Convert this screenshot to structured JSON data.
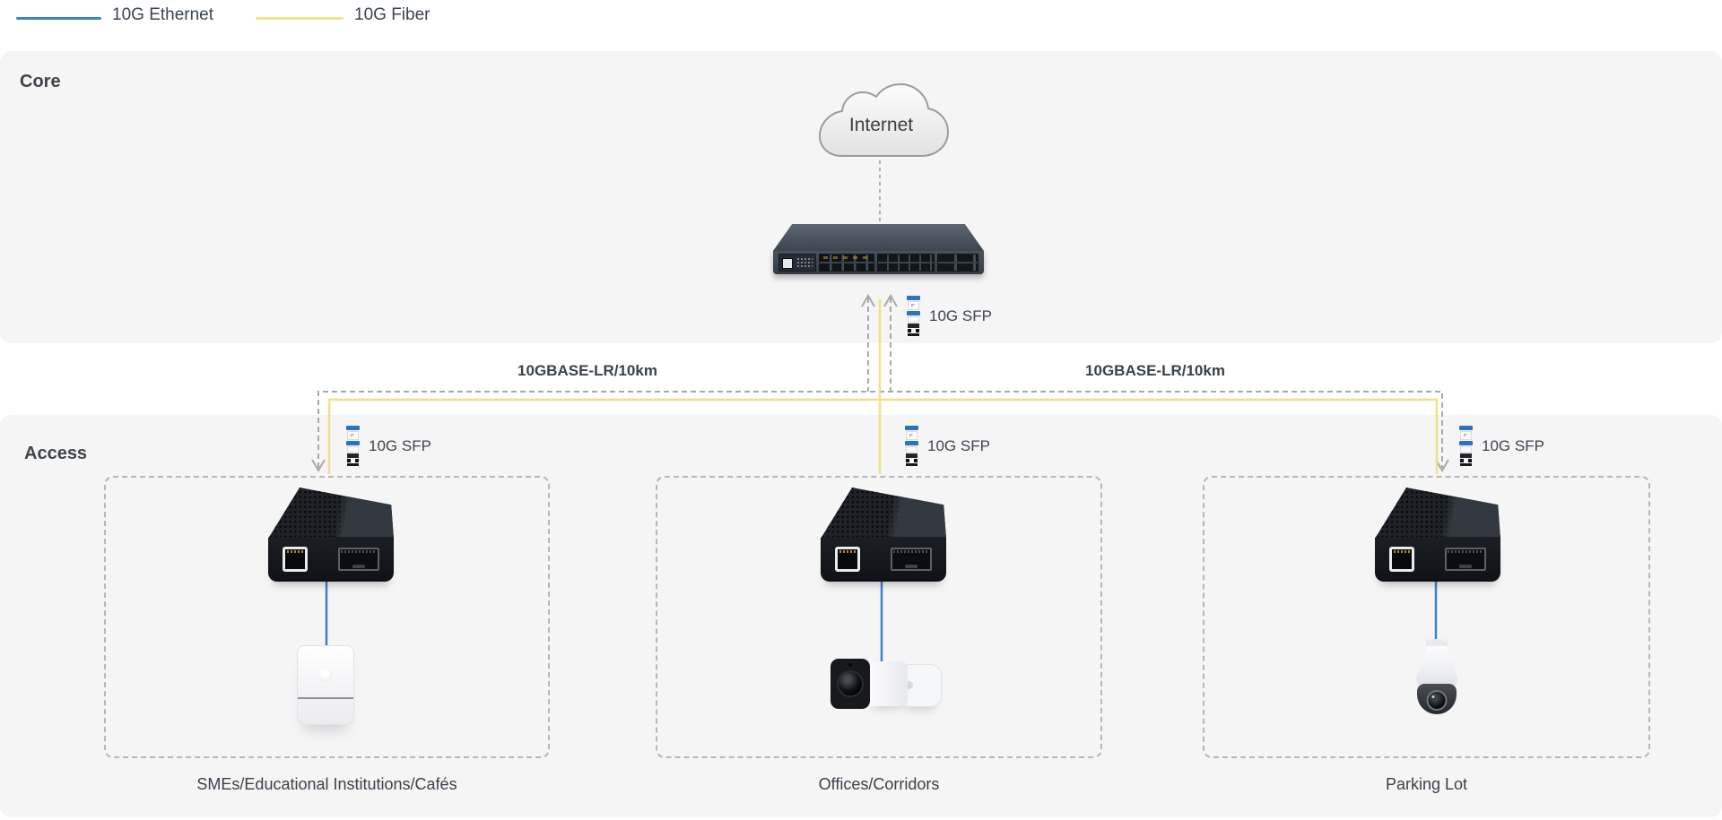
{
  "legend": {
    "ethernet": {
      "label": "10G Ethernet",
      "color": "#3e82c4"
    },
    "fiber": {
      "label": "10G Fiber",
      "color": "#efe49c"
    }
  },
  "core": {
    "section_label": "Core",
    "internet_label": "Internet"
  },
  "access": {
    "section_label": "Access"
  },
  "links": {
    "core_sfp_label": "10G SFP",
    "left_span_label": "10GBASE-LR/10km",
    "right_span_label": "10GBASE-LR/10km"
  },
  "access_groups": [
    {
      "sfp_label": "10G SFP",
      "caption": "SMEs/Educational Institutions/Cafés"
    },
    {
      "sfp_label": "10G SFP",
      "caption": "Offices/Corridors"
    },
    {
      "sfp_label": "10G SFP",
      "caption": "Parking Lot"
    }
  ],
  "colors": {
    "ethernet_blue": "#3e82c4",
    "fiber_yellow": "#f0df8c",
    "dashed_gray": "#a9a9a9",
    "section_bg": "#f5f5f6",
    "text_dark": "#3d454e"
  }
}
